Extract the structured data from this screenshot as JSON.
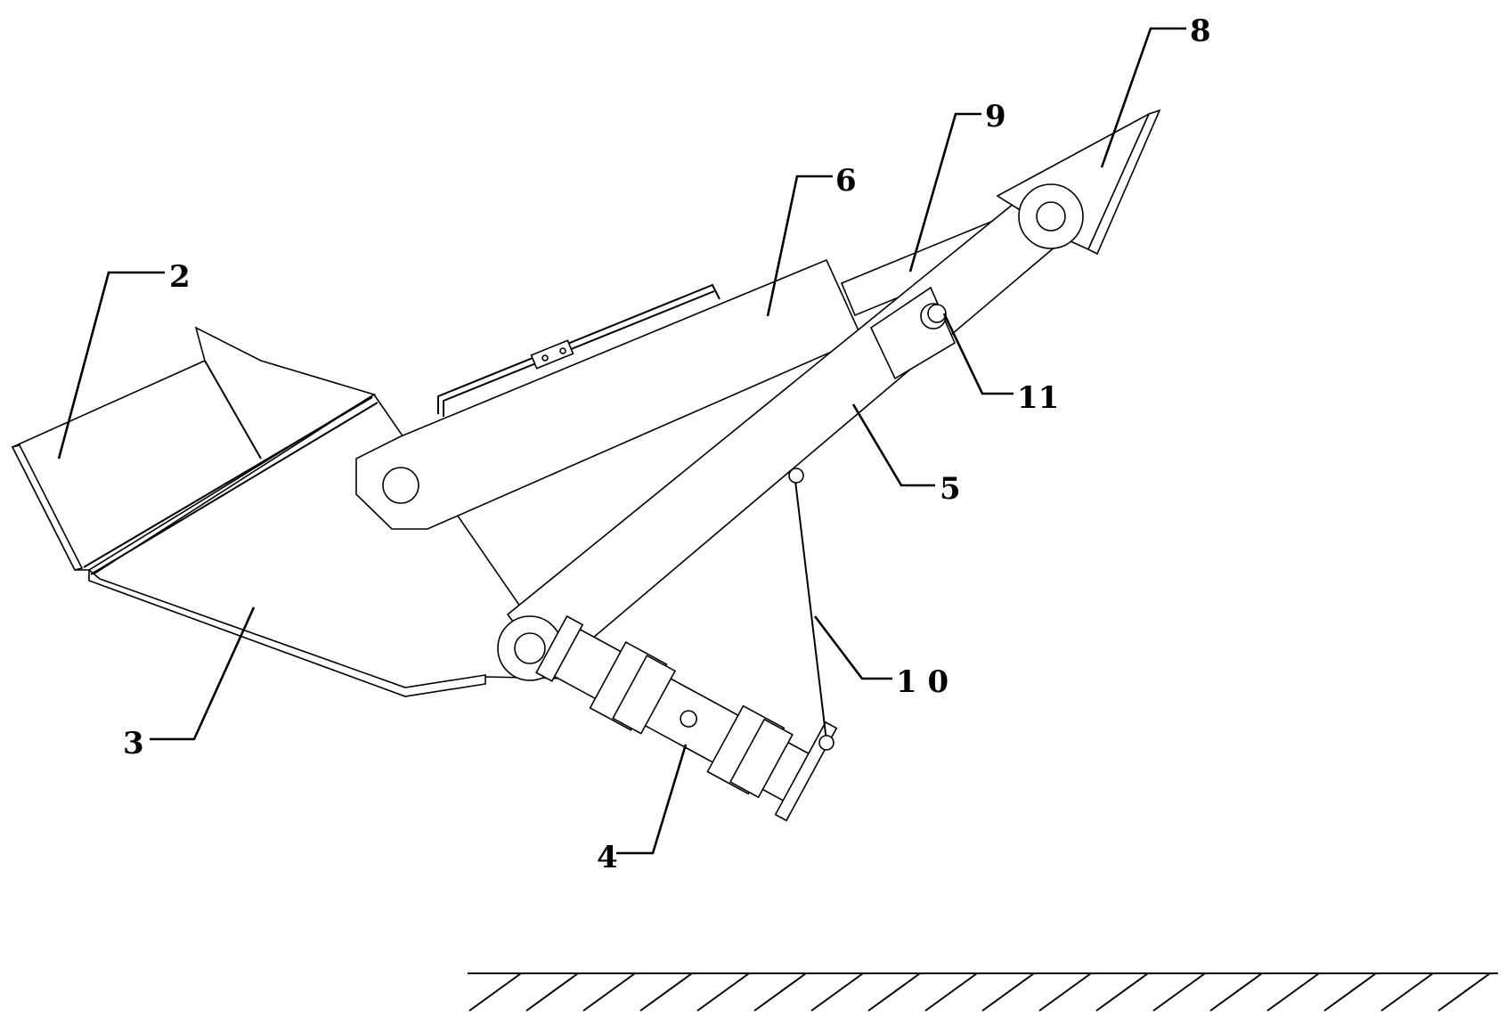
{
  "figure": {
    "labels": {
      "l2": "2",
      "l3": "3",
      "l4": "4",
      "l5": "5",
      "l6": "6",
      "l8": "8",
      "l9": "9",
      "l10": "1 0",
      "l11": "11"
    },
    "colors": {
      "stroke": "#000000",
      "background": "#ffffff"
    }
  }
}
